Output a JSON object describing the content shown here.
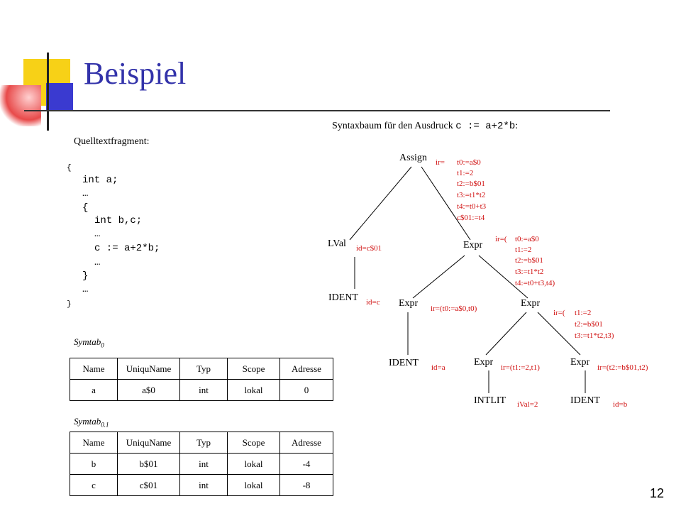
{
  "title": "Beispiel",
  "caption": {
    "text": "Syntaxbaum für den Ausdruck ",
    "expr": "c := a+2*b",
    "suffix": ":"
  },
  "source_label": "Quelltextfragment:",
  "code_lines": [
    "{",
    "int a;",
    "…",
    "{",
    "int b,c;",
    "…",
    "c := a+2*b;",
    "…",
    "}",
    "…",
    "}"
  ],
  "symtab0": {
    "label_main": "Symtab",
    "label_sub": "0",
    "headers": [
      "Name",
      "UniquName",
      "Typ",
      "Scope",
      "Adresse"
    ],
    "rows": [
      [
        "a",
        "a$0",
        "int",
        "lokal",
        "0"
      ]
    ]
  },
  "symtab01": {
    "label_main": "Symtab",
    "label_sub": "0.1",
    "headers": [
      "Name",
      "UniquName",
      "Typ",
      "Scope",
      "Adresse"
    ],
    "rows": [
      [
        "b",
        "b$01",
        "int",
        "lokal",
        "-4"
      ],
      [
        "c",
        "c$01",
        "int",
        "lokal",
        "-8"
      ]
    ]
  },
  "tree": {
    "nodes": {
      "assign": "Assign",
      "lval": "LVal",
      "expr_root": "Expr",
      "ident_c": "IDENT",
      "expr_left": "Expr",
      "expr_right": "Expr",
      "ident_a": "IDENT",
      "expr_intlit": "Expr",
      "expr_ident_b": "Expr",
      "intlit": "INTLIT",
      "ident_b": "IDENT"
    },
    "attributes": {
      "assign_ir_prefix": "ir=",
      "assign_ir_lines": [
        "t0:=a$0",
        "t1:=2",
        "t2:=b$01",
        "t3:=t1*t2",
        "t4:=t0+t3",
        "c$01:=t4"
      ],
      "lval_id": "id=c$01",
      "expr_root_ir_prefix": "ir=(",
      "expr_root_ir_lines": [
        "t0:=a$0",
        "t1:=2",
        "t2:=b$01",
        "t3:=t1*t2",
        "t4:=t0+t3,t4)"
      ],
      "ident_c_id": "id=c",
      "expr_left_ir": "ir=(t0:=a$0,t0)",
      "expr_right_ir_prefix": "ir=(",
      "expr_right_ir_lines": [
        "t1:=2",
        "t2:=b$01",
        "t3:=t1*t2,t3)"
      ],
      "ident_a_id": "id=a",
      "expr_intlit_ir": "ir=(t1:=2,t1)",
      "expr_ident_b_ir": "ir=(t2:=b$01,t2)",
      "intlit_ival": "iVal=2",
      "ident_b_id": "id=b"
    }
  },
  "page_number": "12",
  "colors": {
    "title": "#3333aa",
    "attr": "#d01010",
    "deco_yellow": "#f7d117",
    "deco_blue": "#3a3ad0",
    "deco_red": "#e84a4a"
  }
}
